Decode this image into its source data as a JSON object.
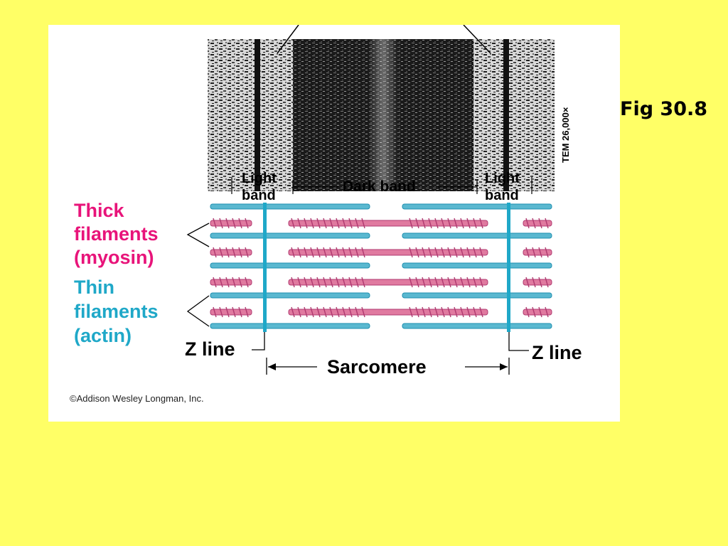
{
  "slide": {
    "fig_label": "Fig 30.8"
  },
  "figure": {
    "micrograph_scale": "TEM 26,000×",
    "bands": {
      "light_left_line1": "Light",
      "light_left_line2": "band",
      "dark": "Dark band",
      "light_right_line1": "Light",
      "light_right_line2": "band"
    },
    "labels": {
      "thick_line1": "Thick",
      "thick_line2": "filaments",
      "thick_line3": "(myosin)",
      "thin_line1": "Thin",
      "thin_line2": "filaments",
      "thin_line3": "(actin)",
      "z_line_left": "Z line",
      "z_line_right": "Z line",
      "sarcomere": "Sarcomere"
    },
    "credit": "©Addison Wesley Longman, Inc.",
    "colors": {
      "thick": "#e8147a",
      "thin": "#1fa8c8",
      "myosin_fill": "#e07aa0",
      "actin_fill": "#5ab8d0",
      "background": "#ffff66"
    }
  }
}
